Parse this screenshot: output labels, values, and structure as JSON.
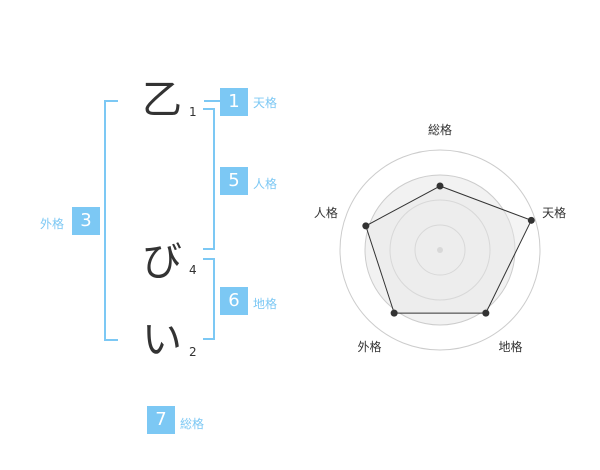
{
  "name": {
    "characters": [
      {
        "char": "乙",
        "strokes": "1"
      },
      {
        "char": "び",
        "strokes": "4"
      },
      {
        "char": "い",
        "strokes": "2"
      }
    ]
  },
  "fortune": {
    "ten": {
      "number": "1",
      "label": "天格"
    },
    "jin": {
      "number": "5",
      "label": "人格"
    },
    "chi": {
      "number": "6",
      "label": "地格"
    },
    "gai": {
      "number": "3",
      "label": "外格"
    },
    "so": {
      "number": "7",
      "label": "総格"
    }
  },
  "colors": {
    "accent": "#7cc8f4",
    "text": "#333333"
  },
  "chart_data": {
    "type": "radar",
    "axes": [
      "総格",
      "天格",
      "地格",
      "外格",
      "人格"
    ],
    "values": [
      3.2,
      4.8,
      3.9,
      3.9,
      3.9
    ],
    "rmax": 5,
    "rings": 4
  }
}
